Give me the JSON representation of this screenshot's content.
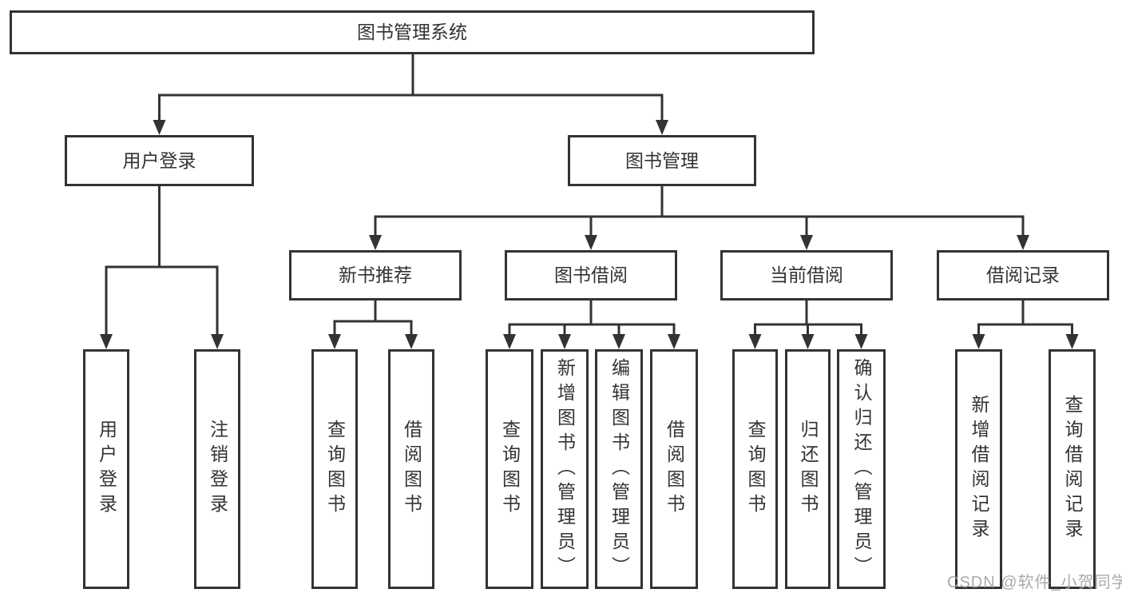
{
  "tree": {
    "title": "图书管理系统",
    "branches": [
      {
        "label": "用户登录",
        "children": [
          {
            "label": "用户登录"
          },
          {
            "label": "注销登录"
          }
        ]
      },
      {
        "label": "图书管理",
        "children": [
          {
            "label": "新书推荐",
            "children": [
              {
                "label": "查询图书"
              },
              {
                "label": "借阅图书"
              }
            ]
          },
          {
            "label": "图书借阅",
            "children": [
              {
                "label": "查询图书"
              },
              {
                "label": "新增图书（管理员）"
              },
              {
                "label": "编辑图书（管理员）"
              },
              {
                "label": "借阅图书"
              }
            ]
          },
          {
            "label": "当前借阅",
            "children": [
              {
                "label": "查询图书"
              },
              {
                "label": "归还图书"
              },
              {
                "label": "确认归还（管理员）"
              }
            ]
          },
          {
            "label": "借阅记录",
            "children": [
              {
                "label": "新增借阅记录"
              },
              {
                "label": "查询借阅记录"
              }
            ]
          }
        ]
      }
    ]
  },
  "colors": {
    "stroke": "#333333",
    "background": "#ffffff",
    "watermark": "#a5a5a5"
  },
  "watermark": {
    "text": "CSDN @软件_小贺同学"
  }
}
